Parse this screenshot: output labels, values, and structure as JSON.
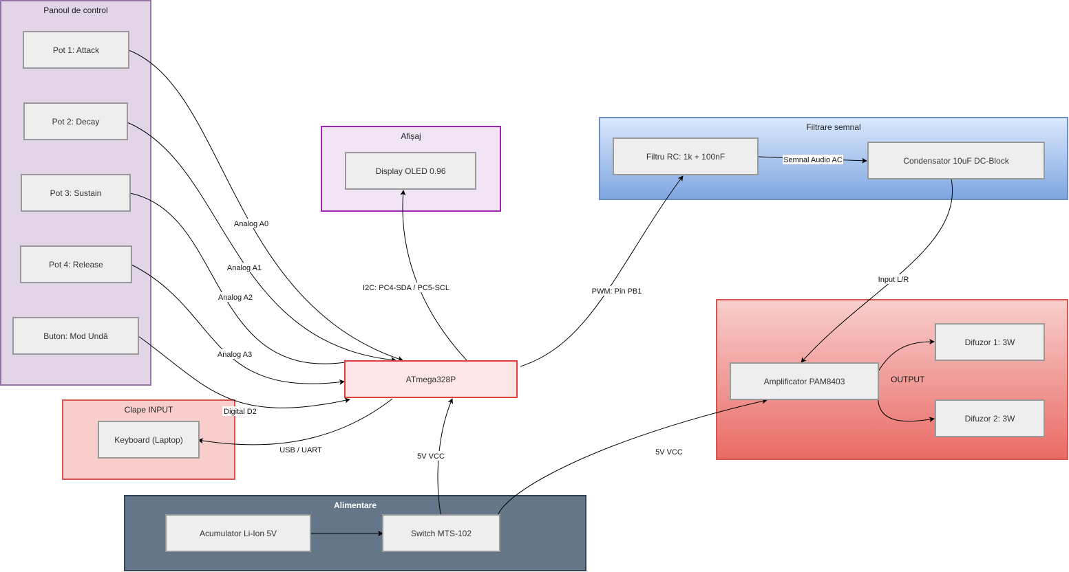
{
  "groups": {
    "control": {
      "title": "Panoul de control",
      "fill": "#e1d5e7",
      "stroke": "#9673a6"
    },
    "display": {
      "title": "Afișaj",
      "fill": "#f1e4f5",
      "stroke": "#9c27b0"
    },
    "filter": {
      "title": "Filtrare semnal",
      "stroke": "#6c8ebf"
    },
    "output": {
      "stroke": "#d9534f"
    },
    "clape": {
      "title": "Clape INPUT",
      "fill": "#f8cecc",
      "stroke": "#d9534f"
    },
    "power": {
      "title": "Alimentare",
      "fill": "#647687",
      "stroke": "#314354"
    }
  },
  "nodes": {
    "pot1": "Pot 1: Attack",
    "pot2": "Pot 2: Decay",
    "pot3": "Pot 3: Sustain",
    "pot4": "Pot 4: Release",
    "button": "Buton: Mod Undă",
    "oled": "Display OLED 0.96",
    "rc": "Filtru RC: 1k + 100nF",
    "cap": "Condensator 10uF DC-Block",
    "mcu": "ATmega328P",
    "amp": "Amplificator PAM8403",
    "spk1": "Difuzor 1: 3W",
    "spk2": "Difuzor 2: 3W",
    "keyboard": "Keyboard (Laptop)",
    "battery": "Acumulator Li-Ion 5V",
    "switch": "Switch MTS-102"
  },
  "edge_labels": {
    "a0": "Analog A0",
    "a1": "Analog A1",
    "a2": "Analog A2",
    "a3": "Analog A3",
    "d2": "Digital D2",
    "i2c": "I2C: PC4-SDA / PC5-SCL",
    "pwm": "PWM: Pin PB1",
    "audio": "Semnal Audio AC",
    "input_lr": "Input L/R",
    "usb": "USB / UART",
    "vcc_mcu": "5V VCC",
    "vcc_amp": "5V VCC"
  },
  "output_label": "OUTPUT"
}
